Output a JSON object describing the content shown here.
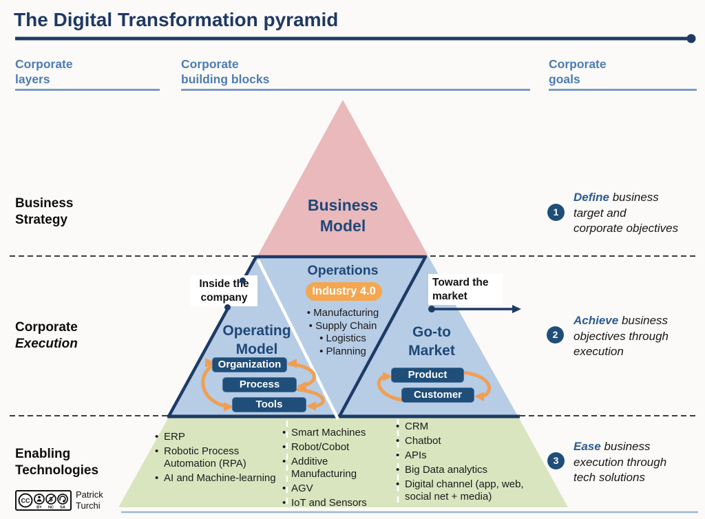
{
  "title": "The Digital Transformation pyramid",
  "column_headers": {
    "layers": "Corporate\nlayers",
    "building_blocks": "Corporate\nbuilding blocks",
    "goals": "Corporate\ngoals"
  },
  "layer_labels": {
    "strategy": "Business\nStrategy",
    "execution_line1": "Corporate",
    "execution_line2": "Execution",
    "technologies": "Enabling\nTechnologies"
  },
  "pyramid": {
    "business_model": "Business\nModel",
    "operations": {
      "title": "Operations",
      "badge": "Industry 4.0",
      "items": [
        "Manufacturing",
        "Supply Chain",
        "Logistics",
        "Planning"
      ]
    },
    "operating_model": {
      "title": "Operating\nModel",
      "boxes": [
        "Organization",
        "Process",
        "Tools"
      ]
    },
    "go_to_market": {
      "title": "Go-to\nMarket",
      "boxes": [
        "Product",
        "Customer"
      ]
    }
  },
  "annotations": {
    "inside": "Inside the\ncompany",
    "toward": "Toward the\nmarket"
  },
  "goals": [
    {
      "num": "1",
      "keyword": "Define",
      "line1_rest": "business",
      "line2": "target and",
      "line3": "corporate objectives"
    },
    {
      "num": "2",
      "keyword": "Achieve",
      "line1_rest": "business",
      "line2": "objectives through",
      "line3": "execution"
    },
    {
      "num": "3",
      "keyword": "Ease",
      "line1_rest": "business",
      "line2": "execution through",
      "line3": "tech solutions"
    }
  ],
  "technologies": {
    "col1": [
      "ERP",
      "Robotic Process Automation (RPA)",
      "AI and Machine-learning"
    ],
    "col2": [
      "Smart Machines",
      "Robot/Cobot",
      "Additive Manufacturing",
      "AGV",
      "IoT and Sensors"
    ],
    "col3": [
      "CRM",
      "Chatbot",
      "APIs",
      "Big Data analytics",
      "Digital channel (app, web, social net + media)"
    ]
  },
  "credit": {
    "cc": "CC",
    "by": "BY",
    "nc": "NC",
    "sa": "SA",
    "author": "Patrick\nTurchi"
  },
  "colors": {
    "navy": "#1e3a66",
    "heading_blue": "#1f4878",
    "steel_blue": "#4d7cb3",
    "pink": "#e9b9bc",
    "light_blue": "#b7cce5",
    "green": "#d9e5bf",
    "orange": "#ef9f54",
    "box_navy": "#1f4e79"
  }
}
